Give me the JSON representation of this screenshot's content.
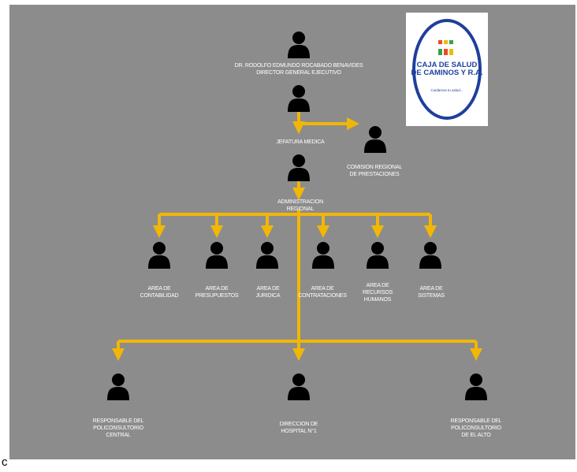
{
  "nodes": {
    "director": {
      "label": "Dr. Rodolfo Edmundo Rocabado Benavides\nDIRECTOR GENERAL EJECUTIVO"
    },
    "jefatura": {
      "label": "JEFATURA MEDICA"
    },
    "comision": {
      "label": "COMISION REGIONAL\nDE PRESTACIONES"
    },
    "administracion": {
      "label": "ADMINISTRACION\nREGIONAL"
    },
    "contabilidad": {
      "label": "AREA DE\nCONTABILIDAD"
    },
    "presupuestos": {
      "label": "AREA DE\nPRESUPUESTOS"
    },
    "juridica": {
      "label": "AREA DE\nJURIDICA"
    },
    "contrataciones": {
      "label": "AREA DE\nCONTRATACIONES"
    },
    "rrhh": {
      "label": "AREA DE\nRECURSOS\nHUMANOS"
    },
    "sistemas": {
      "label": "AREA DE\nSISTEMAS"
    },
    "policonsultorio_central": {
      "label": "RESPONSABLE DEL\nPOLICONSULTORIO\nCENTRAL"
    },
    "hospital": {
      "label": "DIRECCION DE\nHOSPITAL N°1"
    },
    "policonsultorio_alto": {
      "label": "RESPONSABLE DEL\nPOLICONSULTORIO\nDE EL ALTO"
    }
  },
  "logo": {
    "title": "CAJA DE SALUD\nDE CAMINOS Y R.A.",
    "tagline": "Cuidamos tu salud..."
  },
  "stray_text": "c",
  "colors": {
    "background": "#8c8c8c",
    "connector": "#f2b705",
    "person": "#000000",
    "text": "#ffffff",
    "logo_blue": "#1f3f9c"
  }
}
